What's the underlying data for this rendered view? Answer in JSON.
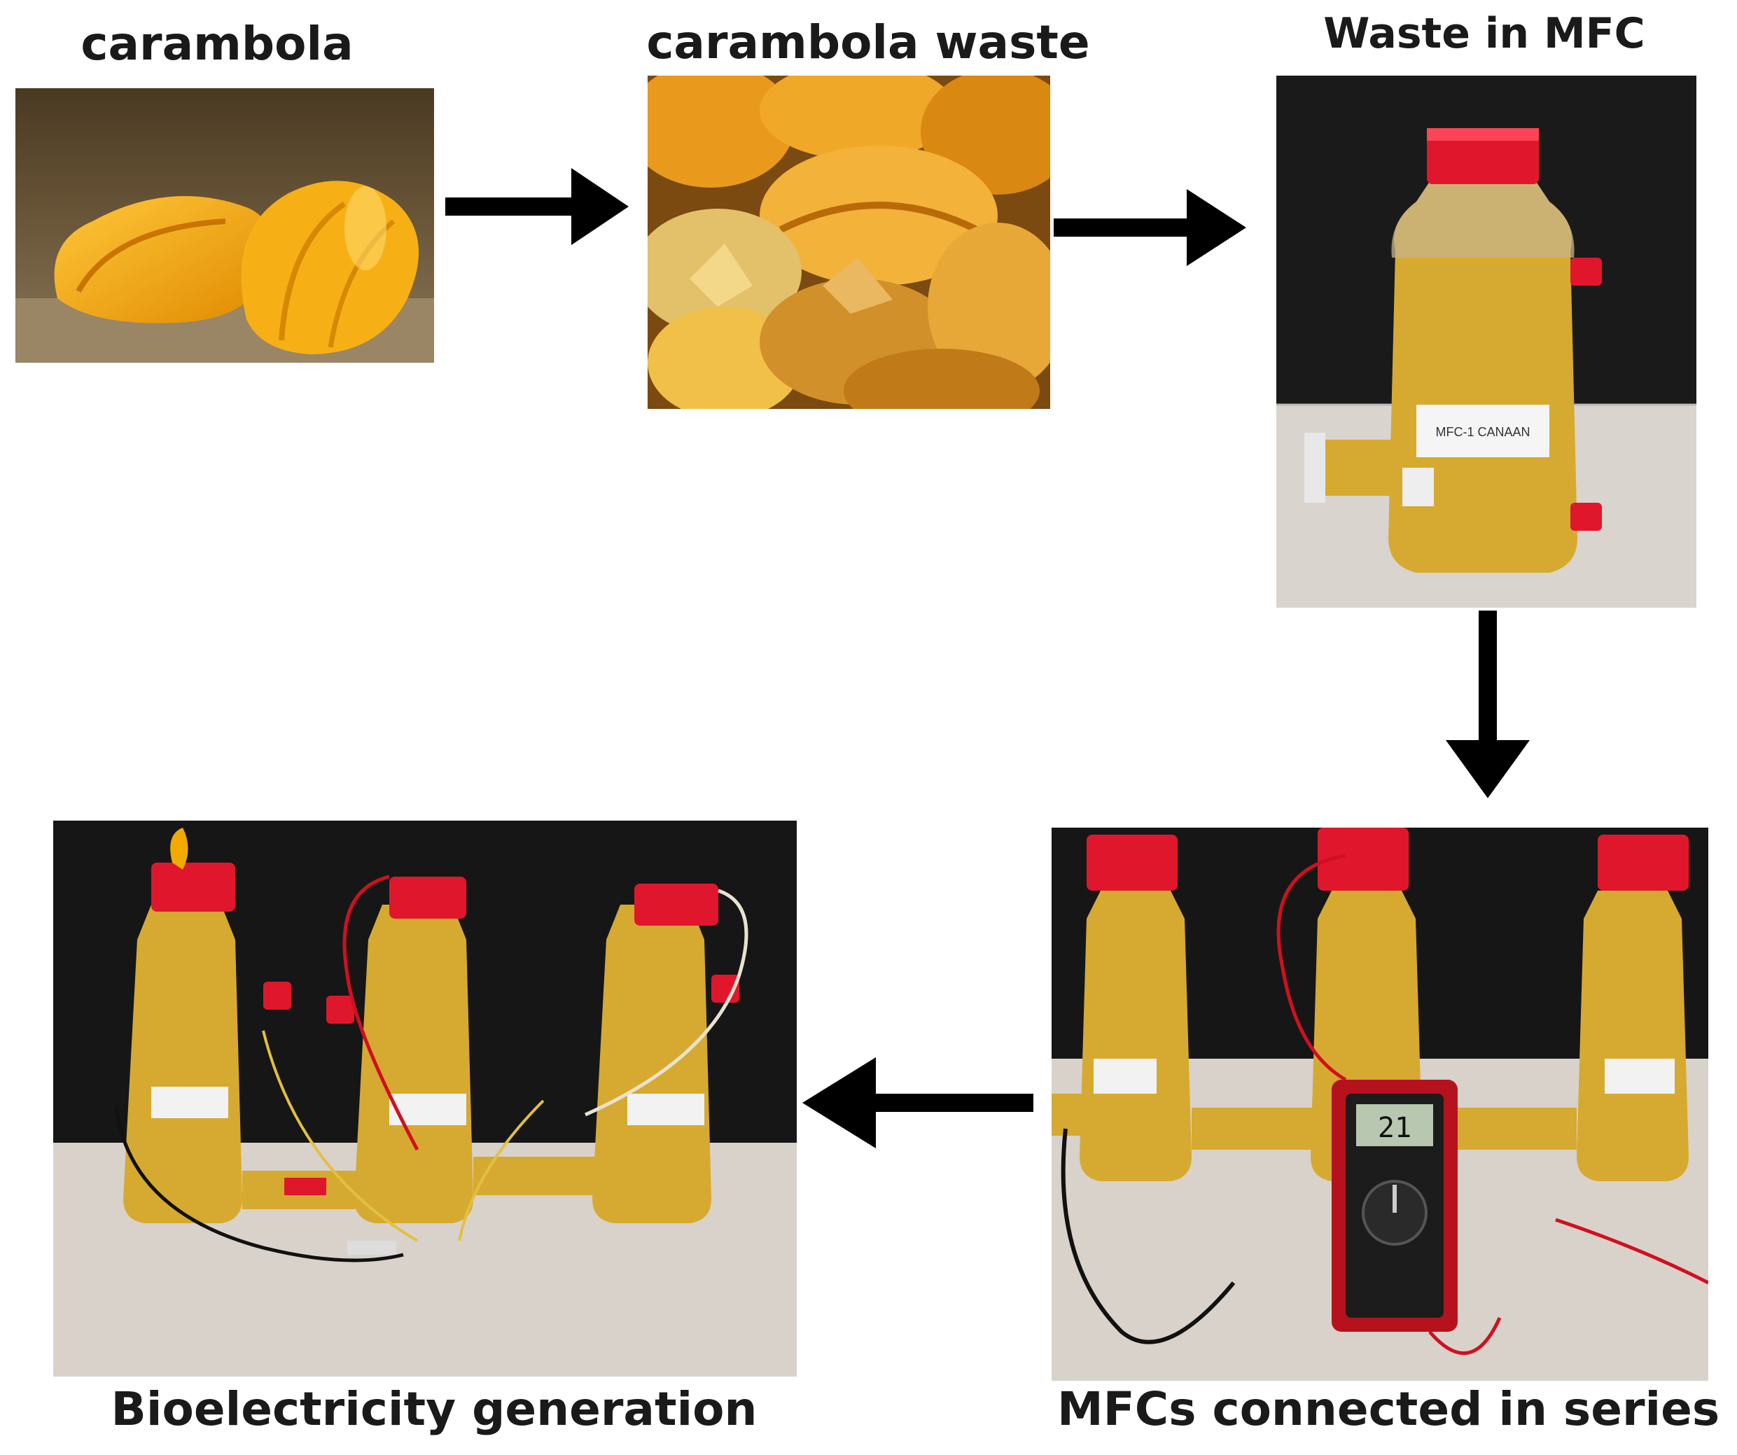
{
  "labels": {
    "carambola": "carambola",
    "carambola_waste": "carambola waste",
    "waste_in_mfc": "Waste in MFC",
    "mfcs_series": "MFCs connected in series",
    "bioelectricity": "Bioelectricity generation"
  },
  "meter": {
    "reading": "21"
  },
  "bottle_tag": "MFC-1 CANAAN",
  "colors": {
    "fruit": "#f2a900",
    "cap": "#e0172c",
    "slurry": "#d9a62a",
    "background_dark": "#161616",
    "table": "#d8d2ca",
    "arrow": "#000000"
  }
}
